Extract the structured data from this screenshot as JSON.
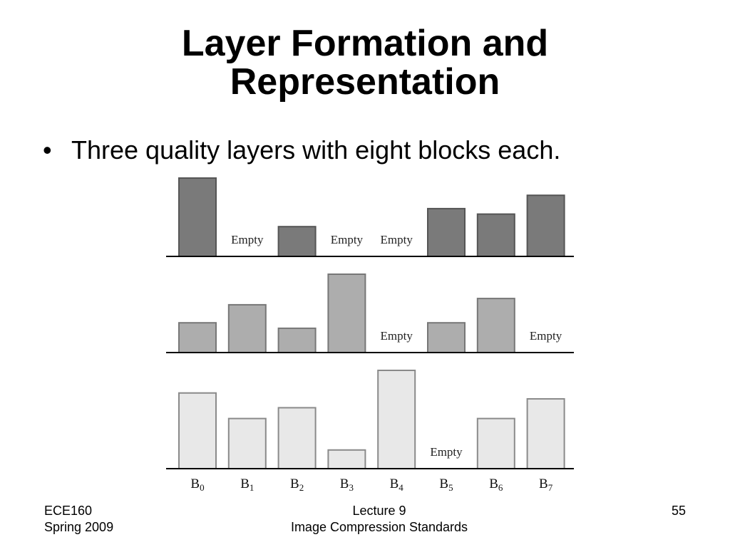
{
  "slide": {
    "title_line1": "Layer Formation and",
    "title_line2": "Representation",
    "bullet_marker": "•",
    "bullet_text": "Three quality layers with eight blocks each."
  },
  "footer": {
    "course": "ECE160",
    "term": "Spring 2009",
    "lecture": "Lecture 9",
    "topic": "Image Compression Standards",
    "page": "55"
  },
  "chart_data": {
    "type": "bar",
    "categories": [
      "B0",
      "B1",
      "B2",
      "B3",
      "B4",
      "B5",
      "B6",
      "B7"
    ],
    "category_labels": [
      {
        "base": "B",
        "sub": "0"
      },
      {
        "base": "B",
        "sub": "1"
      },
      {
        "base": "B",
        "sub": "2"
      },
      {
        "base": "B",
        "sub": "3"
      },
      {
        "base": "B",
        "sub": "4"
      },
      {
        "base": "B",
        "sub": "5"
      },
      {
        "base": "B",
        "sub": "6"
      },
      {
        "base": "B",
        "sub": "7"
      }
    ],
    "empty_label": "Empty",
    "ylim": [
      0,
      1
    ],
    "panels": [
      {
        "fill": "#7a7a7a",
        "edge": "#555555",
        "values": [
          1.0,
          null,
          0.38,
          null,
          null,
          0.61,
          0.54,
          0.78
        ]
      },
      {
        "fill": "#adadad",
        "edge": "#777777",
        "values": [
          0.38,
          0.61,
          0.31,
          1.0,
          null,
          0.38,
          0.69,
          null
        ]
      },
      {
        "fill": "#e8e8e8",
        "edge": "#8a8a8a",
        "values": [
          0.77,
          0.51,
          0.62,
          0.19,
          1.0,
          null,
          0.51,
          0.71
        ]
      }
    ],
    "grid": false,
    "legend": "none"
  }
}
